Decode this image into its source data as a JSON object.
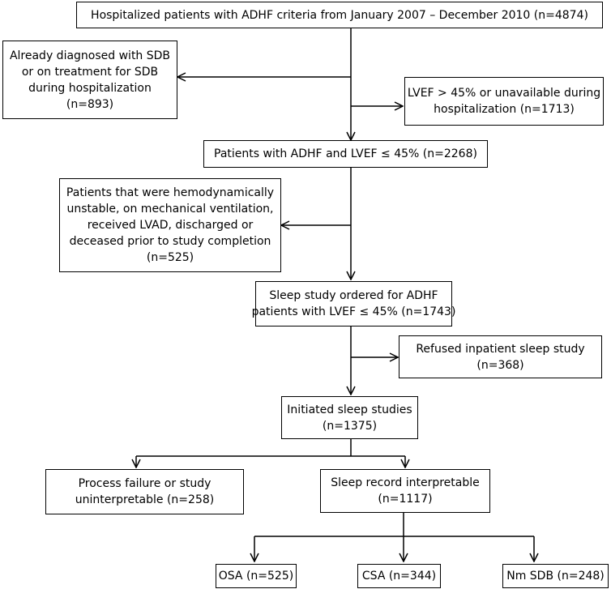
{
  "flowchart": {
    "start": {
      "lines": [
        "Hospitalized patients with ADHF criteria from January 2007 – December 2010 (n=4874)"
      ]
    },
    "excl_sdb": {
      "lines": [
        "Already diagnosed with SDB",
        "or on treatment for SDB",
        "during hospitalization",
        "(n=893)"
      ]
    },
    "excl_lvef": {
      "lines": [
        "LVEF > 45% or unavailable during",
        "hospitalization (n=1713)"
      ]
    },
    "lvef_pool": {
      "lines": [
        "Patients with ADHF and LVEF ≤ 45% (n=2268)"
      ]
    },
    "excl_unstable": {
      "lines": [
        "Patients that were hemodynamically",
        "unstable, on mechanical ventilation,",
        "received LVAD, discharged or",
        "deceased prior to study completion",
        "(n=525)"
      ]
    },
    "ordered": {
      "lines": [
        "Sleep study ordered for ADHF",
        "patients with LVEF ≤ 45% (n=1743)"
      ]
    },
    "refused": {
      "lines": [
        "Refused inpatient sleep study",
        "(n=368)"
      ]
    },
    "initiated": {
      "lines": [
        "Initiated sleep studies",
        "(n=1375)"
      ]
    },
    "failure": {
      "lines": [
        "Process failure or study",
        "uninterpretable (n=258)"
      ]
    },
    "interpretable": {
      "lines": [
        "Sleep record interpretable",
        "(n=1117)"
      ]
    },
    "osa": {
      "lines": [
        "OSA (n=525)"
      ]
    },
    "csa": {
      "lines": [
        "CSA (n=344)"
      ]
    },
    "nmsdb": {
      "lines": [
        "Nm SDB (n=248)"
      ]
    }
  }
}
